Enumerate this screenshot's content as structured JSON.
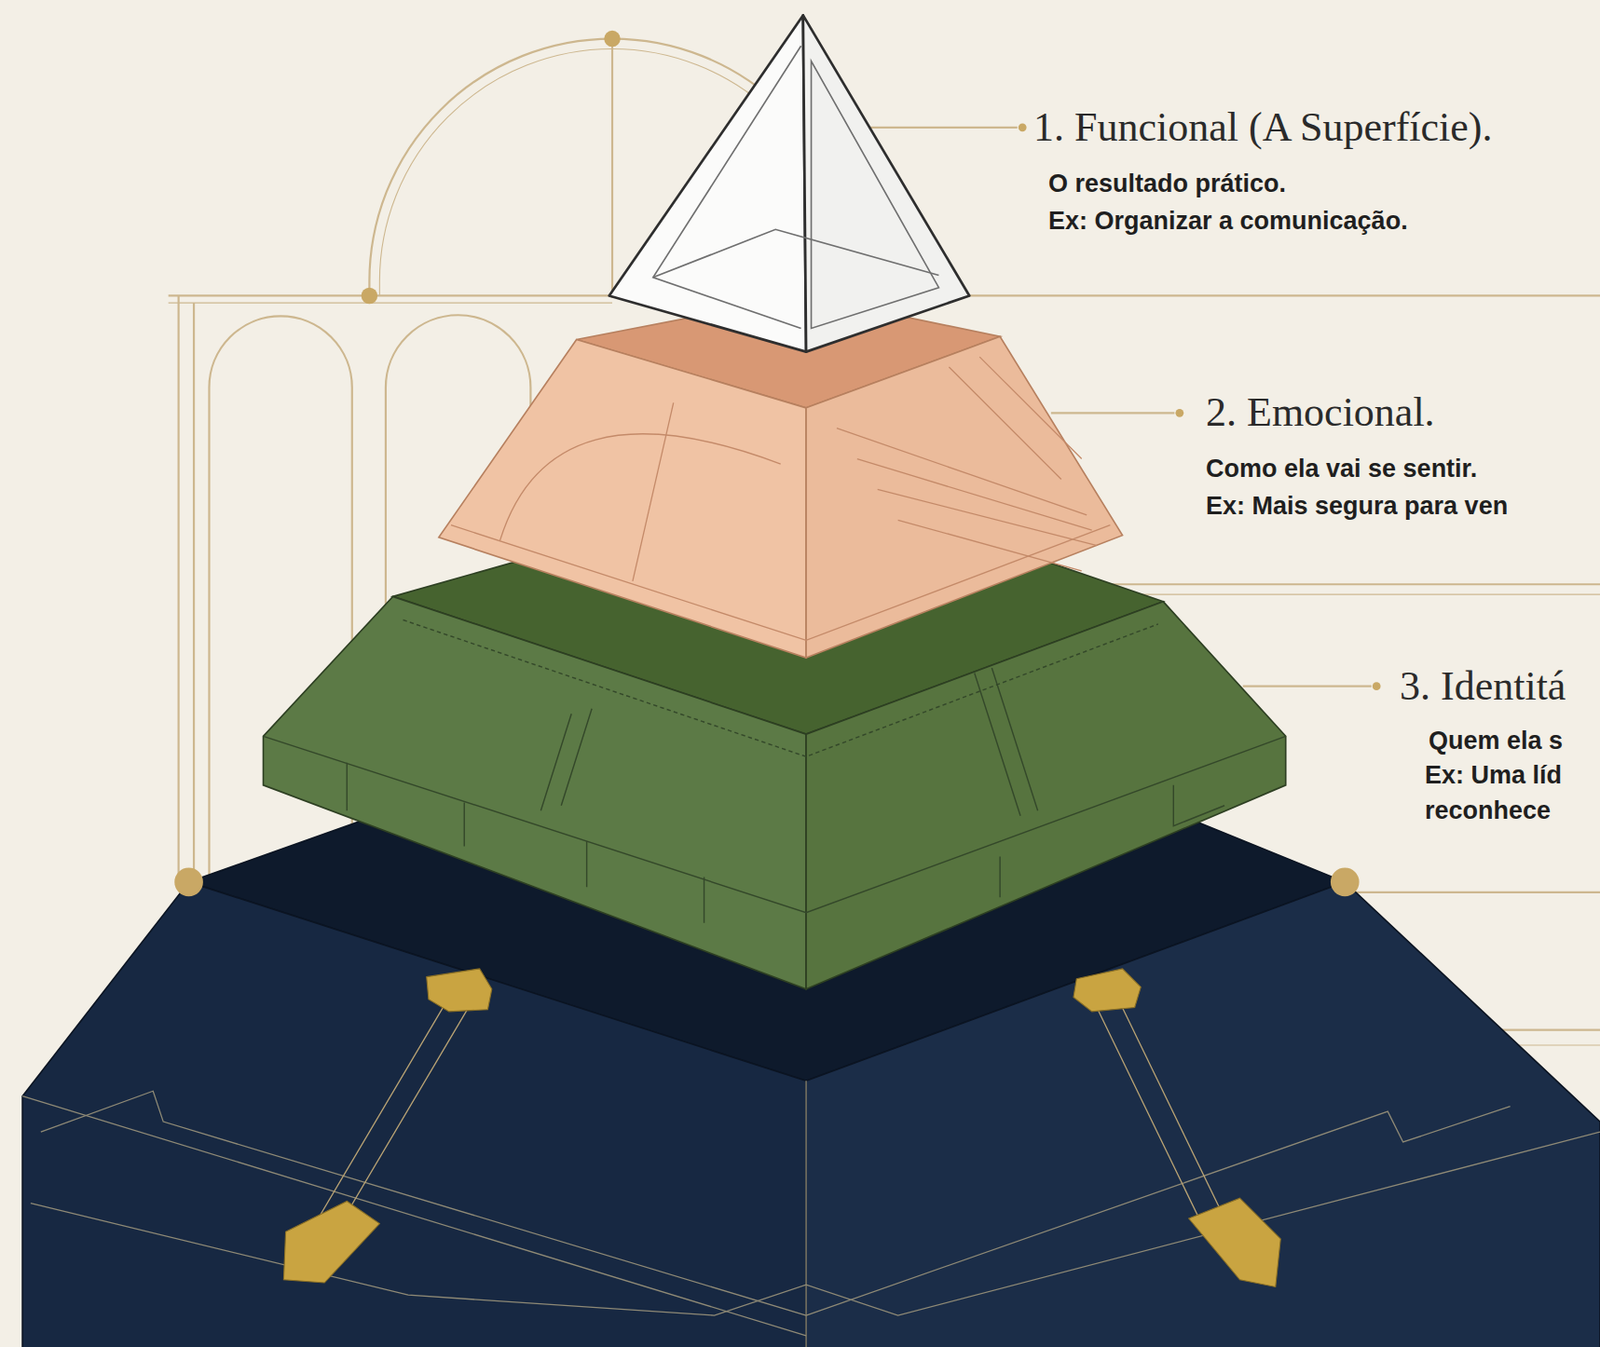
{
  "diagram": {
    "labels": [
      "1. Funcional (A Superfície).",
      "O resultado prático.",
      "Ex: Organizar a comunicação.",
      "2. Emocional.",
      "Como ela vai se sentir.",
      "Ex: Mais segura para ven",
      "3. Identitá",
      "Quem ela s",
      "Ex: Uma líd reconhece"
    ]
  }
}
